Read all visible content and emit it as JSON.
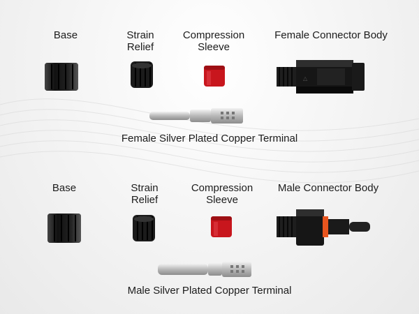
{
  "female_set": {
    "base_label": "Base",
    "strain_relief_label": "Strain Relief",
    "compression_sleeve_label": "Compression Sleeve",
    "connector_body_label": "Female Connector Body",
    "terminal_label": "Female Silver Plated Copper Terminal"
  },
  "male_set": {
    "base_label": "Base",
    "strain_relief_label": "Strain Relief",
    "compression_sleeve_label": "Compression Sleeve",
    "connector_body_label": "Male Connector Body",
    "terminal_label": "Male Silver Plated Copper Terminal"
  },
  "colors": {
    "plastic_black": "#1a1a1a",
    "seal_red": "#c8161d",
    "silver": "#c9c9c9",
    "orange_ring": "#e8551e"
  }
}
